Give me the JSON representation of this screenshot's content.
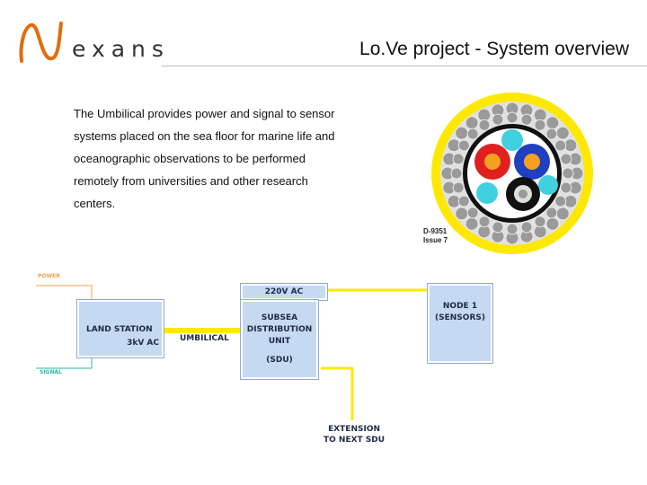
{
  "logo": {
    "wordmark": "exans",
    "brand_color": "#e36c0a",
    "icon": "nexans-n-logo"
  },
  "header": {
    "title": "Lo.Ve project - System overview"
  },
  "description": {
    "lines": [
      "The Umbilical provides power and signal to sensor",
      "systems placed on the sea floor for marine life and",
      "oceanographic observations to be performed",
      "remotely from universities and other research",
      "centers."
    ]
  },
  "cable_figure": {
    "code": "D-9351",
    "issue": "Issue 7"
  },
  "diagram": {
    "power_label": "POWER",
    "signal_label": "SIGNAL",
    "land_station": {
      "line1": "LAND  STATION",
      "line2": "3kV AC"
    },
    "umbilical_label": "UMBILICAL",
    "voltage_label": "220V AC",
    "sdu": {
      "lines": [
        "SUBSEA",
        "DISTRIBUTION",
        "UNIT",
        "",
        "(SDU)"
      ]
    },
    "node": {
      "line1": "NODE 1",
      "line2": "(SENSORS)"
    },
    "extension": {
      "line1": "EXTENSION",
      "line2": "TO NEXT SDU"
    },
    "colors": {
      "power": "#f0a050",
      "signal": "#2ab7a7",
      "cable": "#ffe800",
      "box": "#c5d9f1"
    }
  }
}
